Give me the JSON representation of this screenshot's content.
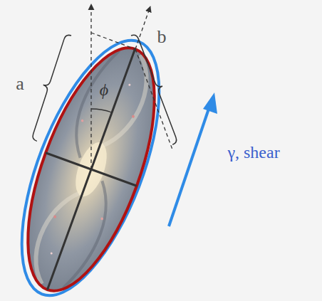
{
  "diagram": {
    "labels": [
      "a",
      "b",
      "ϕ",
      "γ, shear"
    ]
  }
}
